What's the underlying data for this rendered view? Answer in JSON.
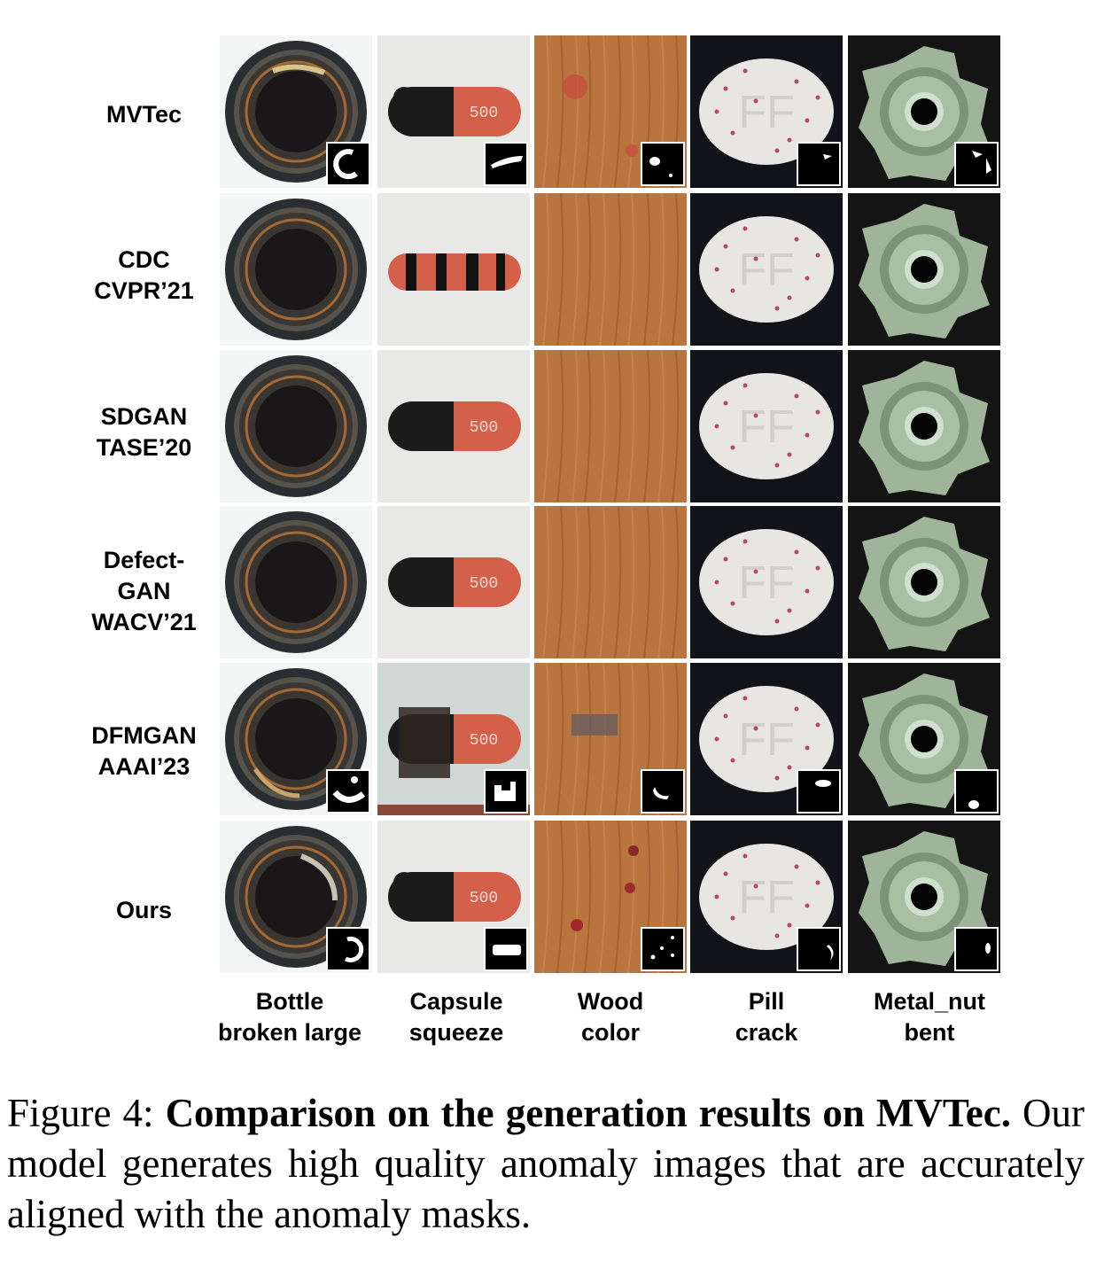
{
  "figure": {
    "rows": [
      {
        "lines": [
          "MVTec"
        ]
      },
      {
        "lines": [
          "CDC",
          "CVPR’21"
        ]
      },
      {
        "lines": [
          "SDGAN",
          "TASE’20"
        ]
      },
      {
        "lines": [
          "Defect-",
          "GAN",
          "WACV’21"
        ]
      },
      {
        "lines": [
          "DFMGAN",
          "AAAI’23"
        ]
      },
      {
        "lines": [
          "Ours"
        ]
      }
    ],
    "columns": [
      {
        "lines": [
          "Bottle",
          "broken large"
        ]
      },
      {
        "lines": [
          "Capsule",
          "squeeze"
        ]
      },
      {
        "lines": [
          "Wood",
          "color"
        ]
      },
      {
        "lines": [
          "Pill",
          "crack"
        ]
      },
      {
        "lines": [
          "Metal_nut",
          "bent"
        ]
      }
    ],
    "capsule_print": "500",
    "pill_print": "FF"
  },
  "caption": {
    "prefix": "Figure 4: ",
    "bold": "Comparison on the generation results on MVTec.",
    "rest": " Our model generates high quality anomaly images that are accurately aligned with the anomaly masks."
  },
  "colors": {
    "background": "#ffffff",
    "wood": "#b8753e",
    "capsule_orange": "#d4604a",
    "pill_white": "#e8e6e2",
    "metal_nut": "#9fb59a"
  }
}
